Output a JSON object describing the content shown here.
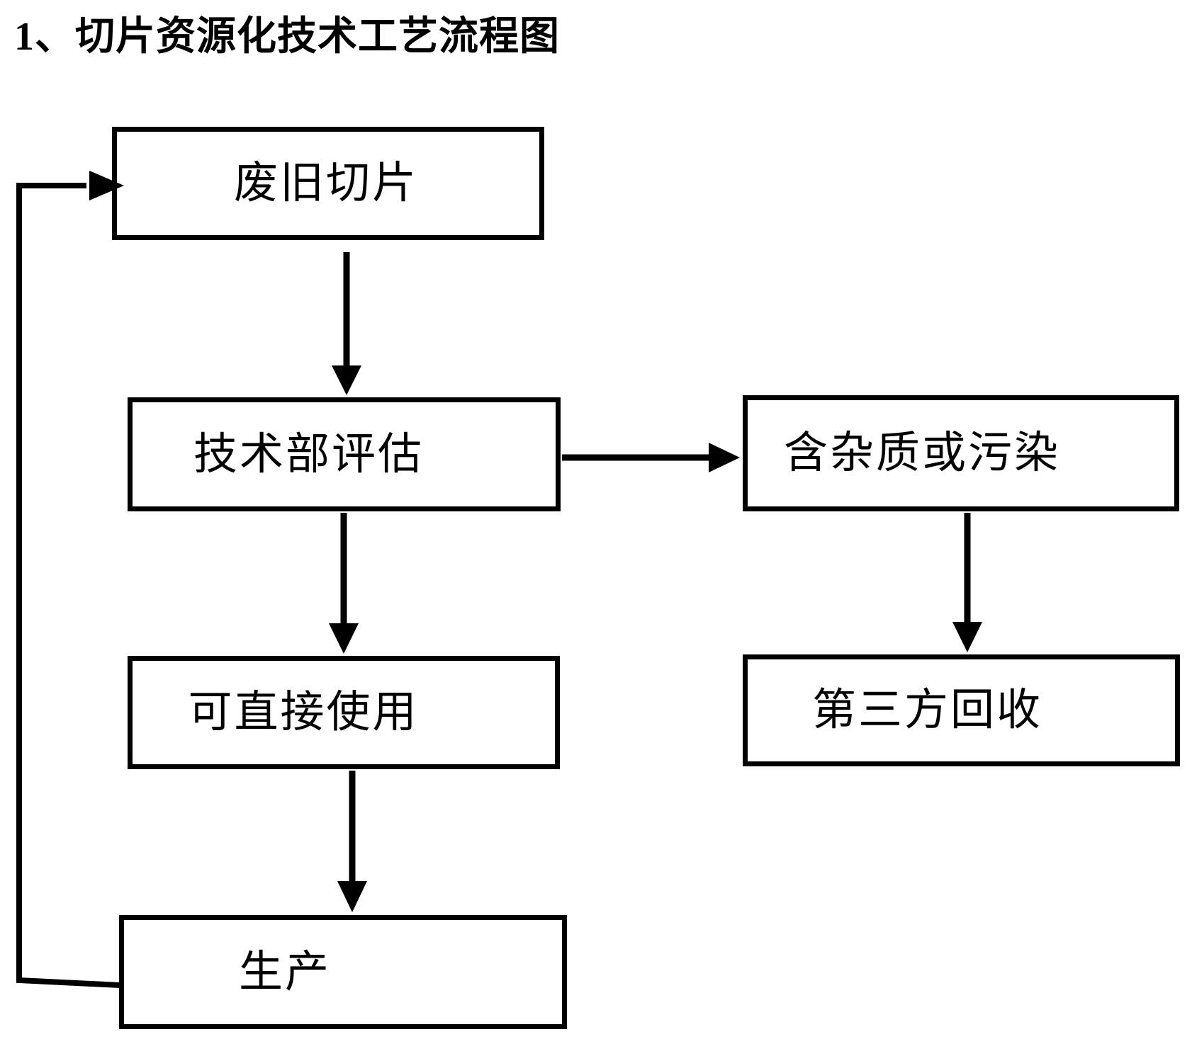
{
  "title": "1、切片资源化技术工艺流程图",
  "page": {
    "background_color": "#ffffff",
    "line_color": "#000000",
    "box_fill_color": "#ffffff",
    "text_color": "#000000"
  },
  "flowchart": {
    "nodes": [
      {
        "id": "waste-chips",
        "label": "废旧切片"
      },
      {
        "id": "tech-dept-evaluation",
        "label": "技术部评估"
      },
      {
        "id": "impurities-or-contamination",
        "label": "含杂质或污染"
      },
      {
        "id": "directly-usable",
        "label": "可直接使用"
      },
      {
        "id": "third-party-recycling",
        "label": "第三方回收"
      },
      {
        "id": "production",
        "label": "生产"
      }
    ],
    "edges": [
      {
        "from": "waste-chips",
        "to": "tech-dept-evaluation",
        "direction": "down"
      },
      {
        "from": "tech-dept-evaluation",
        "to": "impurities-or-contamination",
        "direction": "right"
      },
      {
        "from": "tech-dept-evaluation",
        "to": "directly-usable",
        "direction": "down"
      },
      {
        "from": "impurities-or-contamination",
        "to": "third-party-recycling",
        "direction": "down"
      },
      {
        "from": "directly-usable",
        "to": "production",
        "direction": "down"
      },
      {
        "from": "production",
        "to": "waste-chips",
        "direction": "left-up-loop"
      }
    ]
  }
}
